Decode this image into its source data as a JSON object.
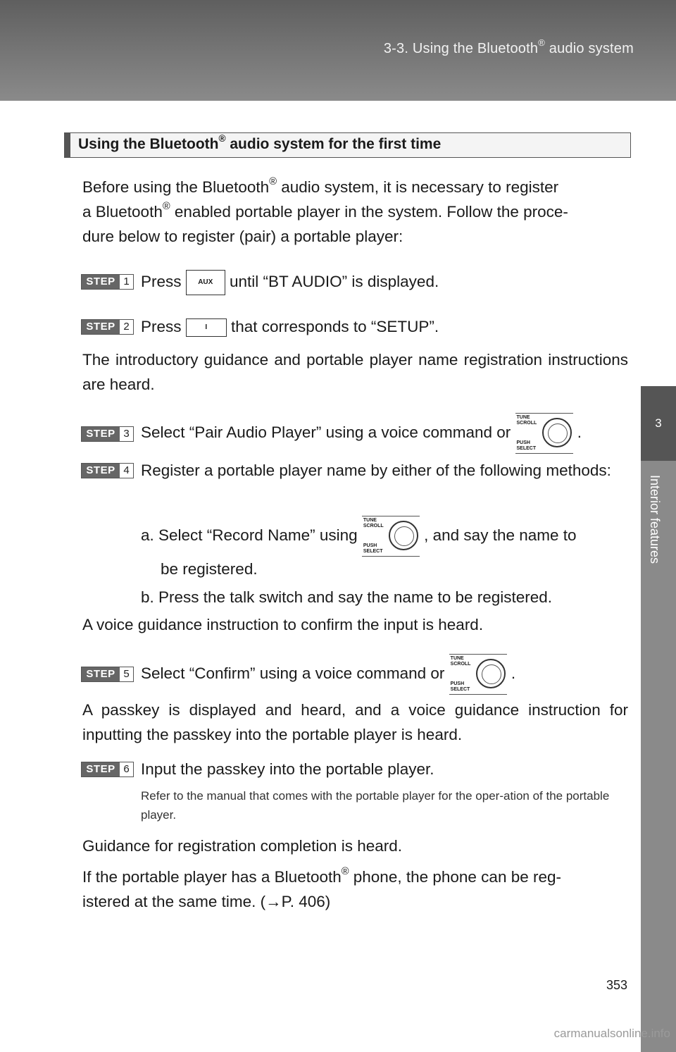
{
  "header": {
    "section_title": "3-3. Using the Bluetooth",
    "section_title_suffix": " audio system",
    "reg": "®"
  },
  "side_tab": {
    "chapter_number": "3",
    "chapter_label": "Interior features"
  },
  "section": {
    "title_part1": "Using the Bluetooth",
    "title_part2": " audio system for the first time",
    "reg": "®"
  },
  "intro": {
    "line1a": "Before using the Bluetooth",
    "line1b": " audio system, it is necessary to register",
    "line2a": "a Bluetooth",
    "line2b": " enabled portable player in the system. Follow the proce-",
    "line3": "dure below to register (pair) a portable player:"
  },
  "steps": [
    {
      "label": "STEP",
      "num": "1",
      "before": "Press ",
      "button": "AUX",
      "after": " until “BT AUDIO” is displayed."
    },
    {
      "label": "STEP",
      "num": "2",
      "before": "Press ",
      "button": "I",
      "after": " that corresponds to “SETUP”."
    },
    {
      "label": "STEP",
      "num": "3",
      "before": "Select “Pair Audio Player” using a voice command or ",
      "after": " ."
    },
    {
      "label": "STEP",
      "num": "4",
      "text": "Register a portable player name by either of the following methods:"
    },
    {
      "label": "STEP",
      "num": "5",
      "before": "Select “Confirm” using a voice command or ",
      "after": " ."
    },
    {
      "label": "STEP",
      "num": "6",
      "text": "Input the passkey into the portable player."
    }
  ],
  "knob": {
    "top_text_1": "TUNE",
    "top_text_2": "SCROLL",
    "bottom_text_1": "PUSH",
    "bottom_text_2": "SELECT"
  },
  "step2_note": "The introductory guidance and portable player name registration instructions are heard.",
  "step4_a_before": "a. Select “Record Name” using ",
  "step4_a_after": " , and say the name to",
  "step4_a_cont": "be registered.",
  "step4_b": "b. Press the talk switch and say the name to be registered.",
  "step4_note": "A voice guidance instruction to confirm the input is heard.",
  "step5_note": "A passkey is displayed and heard, and a voice guidance instruction for inputting the passkey into the portable player is heard.",
  "step6_small": "Refer to the manual that comes with the portable player for the oper-ation of the portable player.",
  "completion": "Guidance for registration completion is heard.",
  "phone_note_a": "If the portable player has a Bluetooth",
  "phone_note_b": " phone, the phone can be reg-",
  "phone_note_c": "istered at the same time. (",
  "phone_note_arrow": "→",
  "phone_note_d": "P. 406)",
  "page_number": "353",
  "watermark": "carmanualsonline.info"
}
